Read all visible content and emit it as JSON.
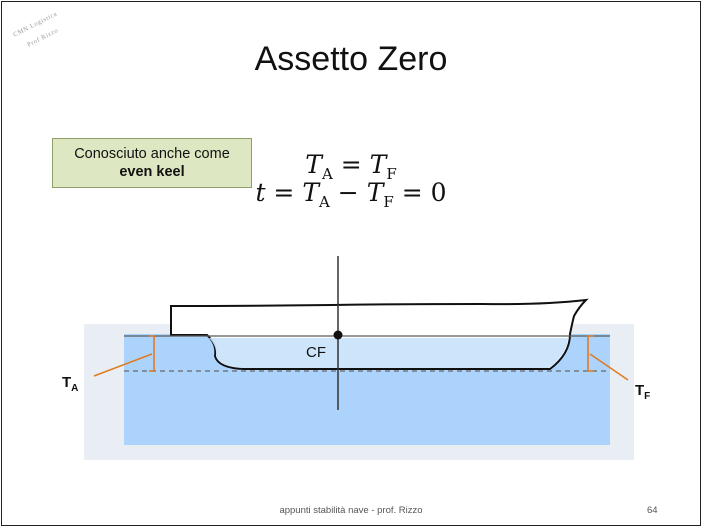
{
  "watermark": {
    "line1": "CMN Logistica",
    "line2": "Prof Rizzo"
  },
  "title": "Assetto Zero",
  "note": {
    "line1": "Conosciuto anche come",
    "line2": "even keel"
  },
  "formulas": {
    "f1": "T_A = T_F",
    "f2": "t = T_A − T_F = 0"
  },
  "diagram": {
    "cf_label": "CF",
    "ta_label": "T",
    "ta_sub": "A",
    "tf_label": "T",
    "tf_sub": "F",
    "colors": {
      "water": "#acd3fb",
      "hull_water": "#c8e2fb",
      "bracket": "#e07a20",
      "waterline": "#5a5a5a"
    }
  },
  "footer": {
    "text": "appunti stabilità nave -  prof. Rizzo",
    "page": "64"
  }
}
